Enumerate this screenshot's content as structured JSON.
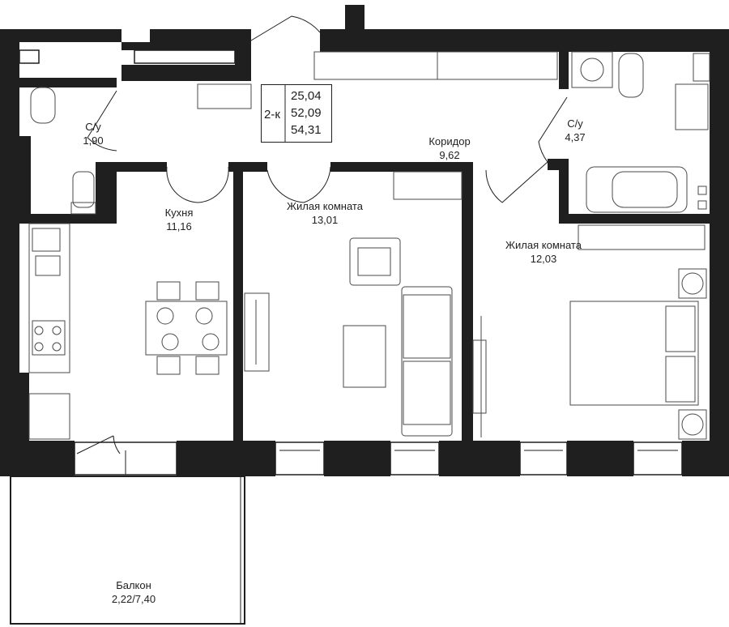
{
  "apartment": {
    "type": "2-к",
    "areas": [
      "25,04",
      "52,09",
      "54,31"
    ]
  },
  "rooms": [
    {
      "id": "bath-left",
      "name": "С/у",
      "area": "1,90"
    },
    {
      "id": "bath-right",
      "name": "С/у",
      "area": "4,37"
    },
    {
      "id": "corridor",
      "name": "Коридор",
      "area": "9,62"
    },
    {
      "id": "kitchen",
      "name": "Кухня",
      "area": "11,16"
    },
    {
      "id": "living-1",
      "name": "Жилая комната",
      "area": "13,01"
    },
    {
      "id": "living-2",
      "name": "Жилая комната",
      "area": "12,03"
    },
    {
      "id": "balcony",
      "name": "Балкон",
      "area": "2,22/7,40"
    }
  ],
  "colors": {
    "wall": "#1f1f1f",
    "furniture": "#4a4a4a",
    "background": "#ffffff"
  }
}
